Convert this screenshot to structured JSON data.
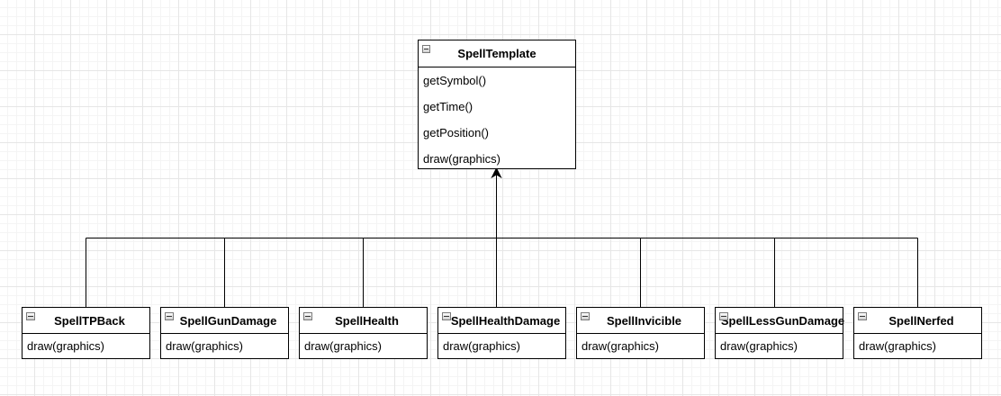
{
  "parent": {
    "name": "SpellTemplate",
    "methods": [
      "getSymbol()",
      "getTime()",
      "getPosition()",
      "draw(graphics)"
    ]
  },
  "children": [
    {
      "name": "SpellTPBack",
      "methods": [
        "draw(graphics)"
      ]
    },
    {
      "name": "SpellGunDamage",
      "methods": [
        "draw(graphics)"
      ]
    },
    {
      "name": "SpellHealth",
      "methods": [
        "draw(graphics)"
      ]
    },
    {
      "name": "SpellHealthDamage",
      "methods": [
        "draw(graphics)"
      ]
    },
    {
      "name": "SpellInvicible",
      "methods": [
        "draw(graphics)"
      ]
    },
    {
      "name": "SpellLessGunDamage",
      "methods": [
        "draw(graphics)"
      ]
    },
    {
      "name": "SpellNerfed",
      "methods": [
        "draw(graphics)"
      ]
    }
  ],
  "colors": {
    "line": "#000000",
    "grid": "#e6e6e6",
    "box_fill": "#ffffff"
  }
}
